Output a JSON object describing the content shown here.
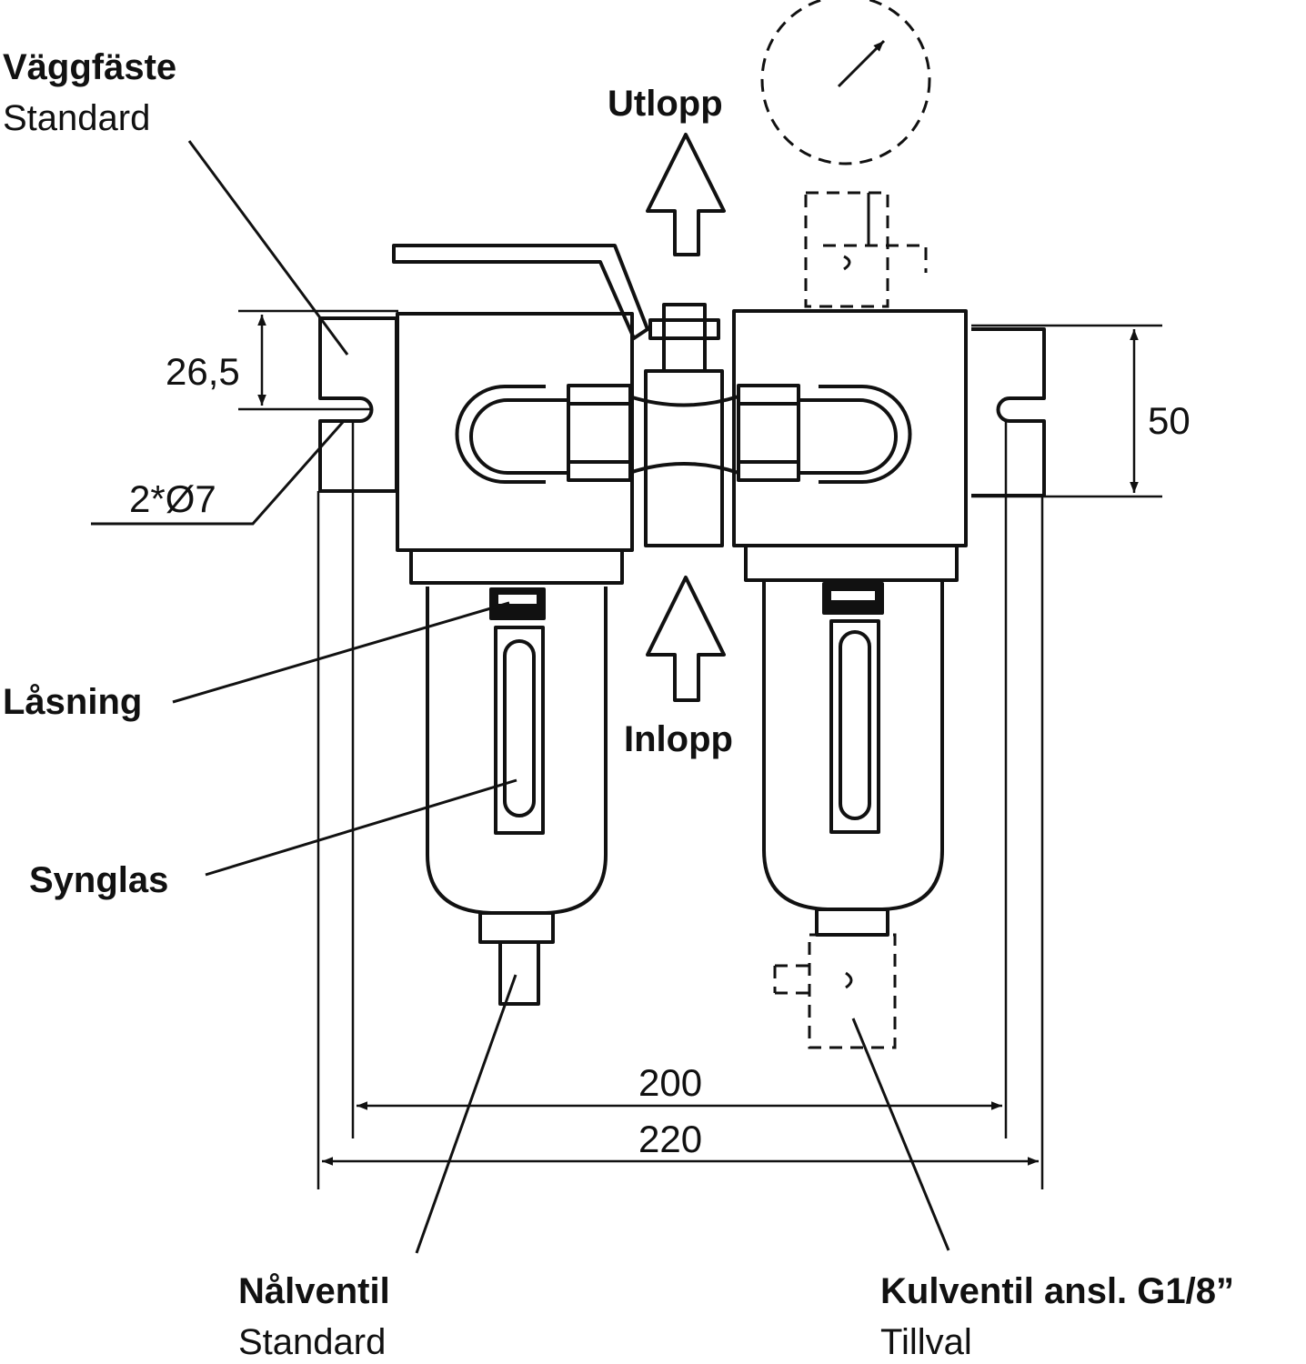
{
  "labels": {
    "wall_bracket": {
      "title": "Väggfäste",
      "sub": "Standard"
    },
    "outlet": "Utlopp",
    "inlet": "Inlopp",
    "lock": "Låsning",
    "sight_glass": "Synglas",
    "needle_valve": {
      "title": "Nålventil",
      "sub": "Standard"
    },
    "ball_valve": {
      "title": "Kulventil ansl. G1/8”",
      "sub": "Tillval"
    }
  },
  "dimensions": {
    "slot_height": "26,5",
    "holes": "2*Ø7",
    "bracket_height": "50",
    "hole_spacing": "200",
    "overall_width": "220"
  },
  "colors": {
    "line": "#111111",
    "background": "#ffffff"
  }
}
